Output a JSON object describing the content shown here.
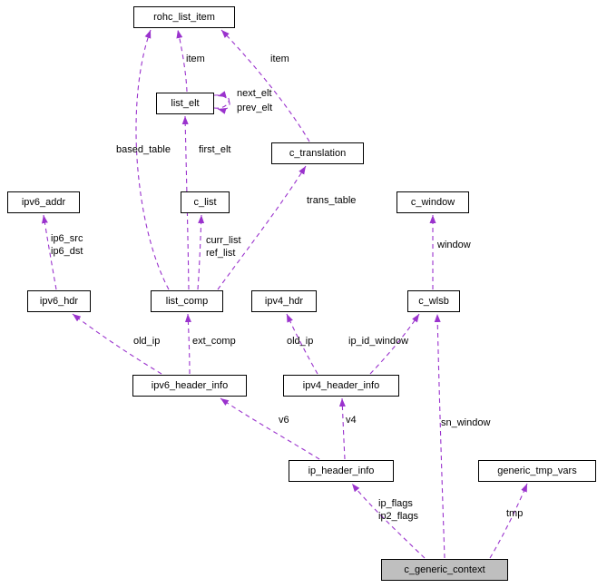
{
  "diagram": {
    "highlighted_node": "c_generic_context"
  },
  "colors": {
    "edge": "#9a32cd",
    "node_border": "#000000",
    "node_fill": "#ffffff",
    "highlight_fill": "#bfbfbf",
    "text": "#000000"
  },
  "nodes": [
    {
      "label": "rohc_list_item"
    },
    {
      "label": "list_elt"
    },
    {
      "label": "c_translation"
    },
    {
      "label": "ipv6_addr"
    },
    {
      "label": "c_list"
    },
    {
      "label": "c_window"
    },
    {
      "label": "ipv6_hdr"
    },
    {
      "label": "list_comp"
    },
    {
      "label": "ipv4_hdr"
    },
    {
      "label": "c_wlsb"
    },
    {
      "label": "ipv6_header_info"
    },
    {
      "label": "ipv4_header_info"
    },
    {
      "label": "ip_header_info"
    },
    {
      "label": "generic_tmp_vars"
    },
    {
      "label": "c_generic_context"
    }
  ],
  "edges": [
    {
      "label": "item"
    },
    {
      "label": "item"
    },
    {
      "label": "next_elt"
    },
    {
      "label": "prev_elt"
    },
    {
      "label": "based_table"
    },
    {
      "label": "first_elt"
    },
    {
      "label": "trans_table"
    },
    {
      "label": "curr_list\nref_list"
    },
    {
      "label": "ip6_src\nip6_dst"
    },
    {
      "label": "old_ip"
    },
    {
      "label": "ext_comp"
    },
    {
      "label": "old_ip"
    },
    {
      "label": "ip_id_window"
    },
    {
      "label": "window"
    },
    {
      "label": "v6"
    },
    {
      "label": "v4"
    },
    {
      "label": "ip_flags\nip2_flags"
    },
    {
      "label": "sn_window"
    },
    {
      "label": "tmp"
    }
  ]
}
